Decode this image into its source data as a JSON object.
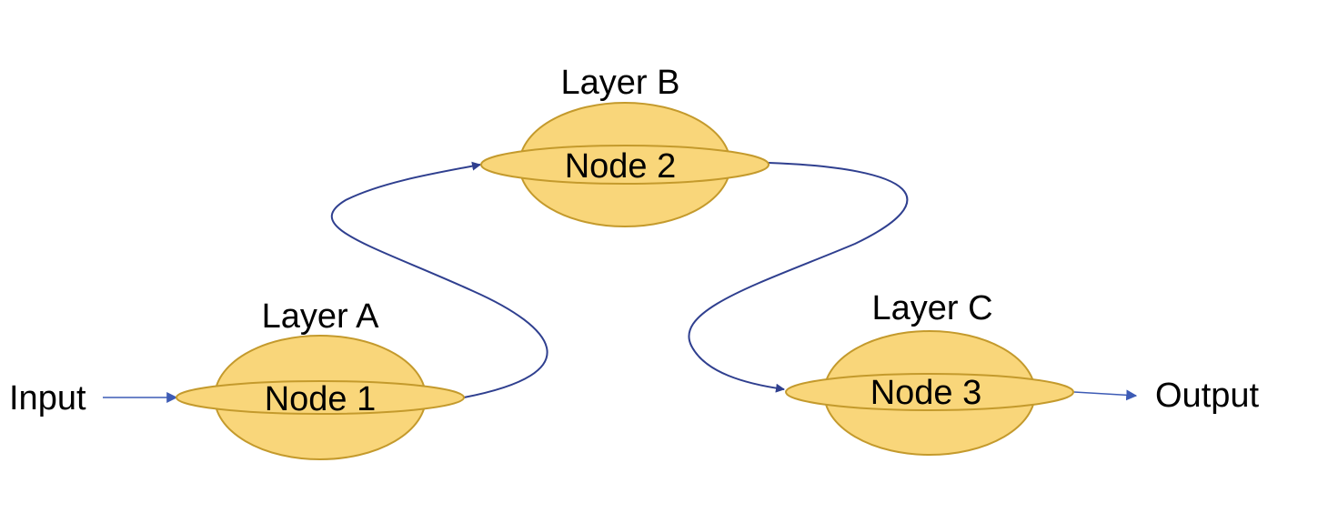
{
  "diagram": {
    "input_label": "Input",
    "output_label": "Output",
    "nodes": [
      {
        "id": "node-1",
        "layer": "Layer A",
        "label": "Node 1"
      },
      {
        "id": "node-2",
        "layer": "Layer B",
        "label": "Node 2"
      },
      {
        "id": "node-3",
        "layer": "Layer C",
        "label": "Node 3"
      }
    ],
    "edges": [
      {
        "from": "Input",
        "to": "Node 1"
      },
      {
        "from": "Node 1",
        "to": "Node 2"
      },
      {
        "from": "Node 2",
        "to": "Node 3"
      },
      {
        "from": "Node 3",
        "to": "Output"
      }
    ]
  },
  "colors": {
    "node_fill": "#f9d67a",
    "node_stroke": "#c49a2c",
    "curve": "#2f3f8f",
    "io_arrow": "#3d5bb5"
  }
}
